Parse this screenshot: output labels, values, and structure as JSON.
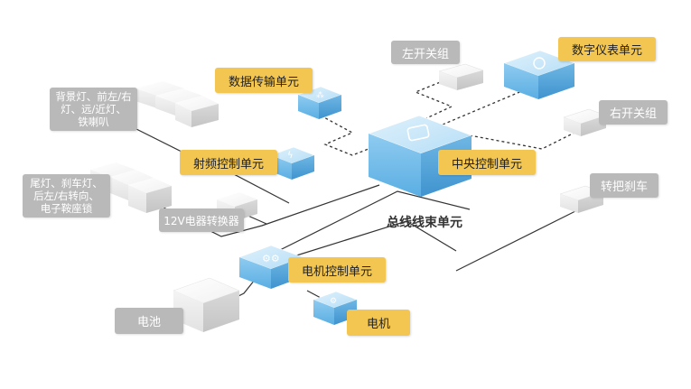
{
  "diagram": {
    "bus_title": "总线线束单元",
    "units": {
      "central": "中央控制单元",
      "data_transfer": "数据传输单元",
      "rf_control": "射频控制单元",
      "digital_meter": "数字仪表单元",
      "motor_control": "电机控制单元",
      "motor": "电机"
    },
    "components": {
      "left_switch": "左开关组",
      "right_switch": "右开关组",
      "handle_brake": "转把刹车",
      "front_lights": "背景灯、前左/右\n灯、远/近灯、\n铁喇叭",
      "rear_lights": "尾灯、刹车灯、\n后左/右转向、\n电子鞍座锁",
      "converter_12v": "12V电器转换器",
      "battery": "电池"
    },
    "colors": {
      "unit_blue": "#8cc8ee",
      "label_yellow": "#f2c650",
      "label_gray": "#b9b9b9",
      "line": "#333333"
    }
  }
}
